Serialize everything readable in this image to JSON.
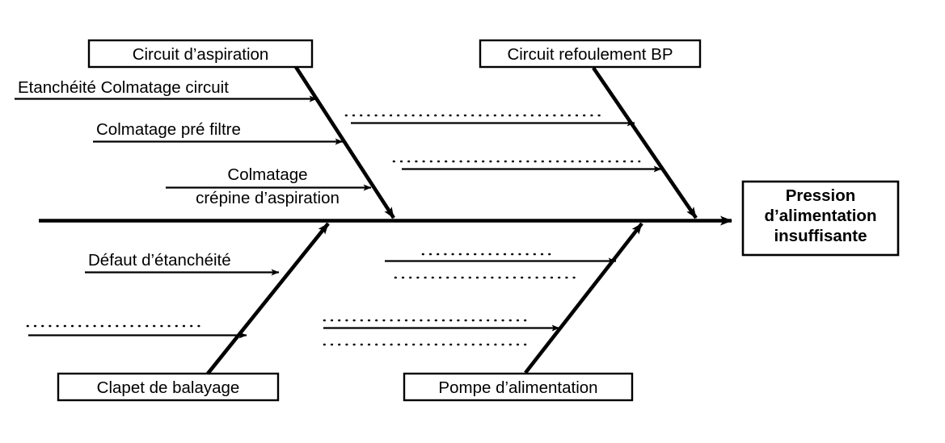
{
  "diagram": {
    "type": "ishikawa-fishbone",
    "title": "",
    "language": "fr",
    "colors": {
      "background": "#ffffff",
      "stroke": "#000000",
      "text": "#000000"
    },
    "effect": {
      "lines": [
        "Pression",
        "d’alimentation",
        "insuffisante"
      ],
      "bold": true
    },
    "categories": [
      {
        "id": "circuit-aspiration",
        "label": "Circuit d’aspiration",
        "position": "top-left",
        "causes": [
          {
            "id": "etancheite-colmatage-circuit",
            "lines": [
              "Etanchéité Colmatage circuit"
            ],
            "placeholder": false
          },
          {
            "id": "colmatage-pre-filtre",
            "lines": [
              "Colmatage pré filtre"
            ],
            "placeholder": false
          },
          {
            "id": "colmatage-crepine-aspiration",
            "lines": [
              "Colmatage",
              "crépine d’aspiration"
            ],
            "placeholder": false
          }
        ]
      },
      {
        "id": "circuit-refoulement-bp",
        "label": "Circuit refoulement BP",
        "position": "top-right",
        "causes": [
          {
            "id": "refoulement-cause-1",
            "lines": [
              ""
            ],
            "placeholder": true
          },
          {
            "id": "refoulement-cause-2",
            "lines": [
              ""
            ],
            "placeholder": true
          }
        ]
      },
      {
        "id": "clapet-de-balayage",
        "label": "Clapet de balayage",
        "position": "bottom-left",
        "causes": [
          {
            "id": "defaut-etancheite",
            "lines": [
              "Défaut d’étanchéité"
            ],
            "placeholder": false
          },
          {
            "id": "clapet-cause-2",
            "lines": [
              ""
            ],
            "placeholder": true
          }
        ]
      },
      {
        "id": "pompe-alimentation",
        "label": "Pompe d’alimentation",
        "position": "bottom-right",
        "causes": [
          {
            "id": "pompe-cause-1",
            "lines": [
              ""
            ],
            "placeholder": true
          },
          {
            "id": "pompe-cause-2",
            "lines": [
              ""
            ],
            "placeholder": true
          }
        ]
      }
    ]
  }
}
